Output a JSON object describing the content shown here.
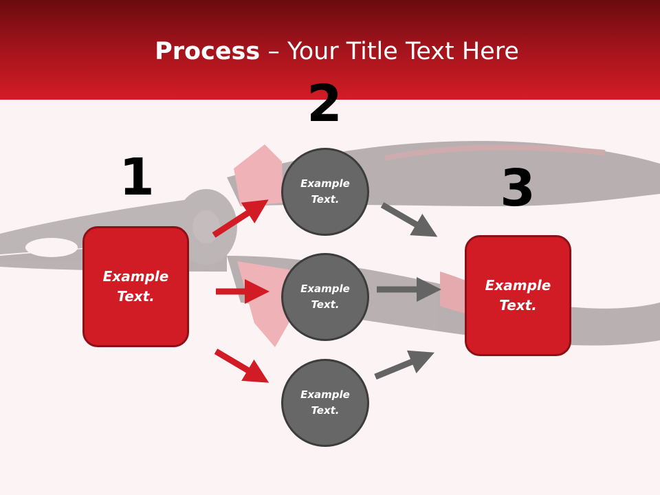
{
  "title": {
    "bold": "Process",
    "rest": " – Your Title Text Here"
  },
  "steps": [
    "1",
    "2",
    "3"
  ],
  "nodes": {
    "left_box": "Example Text.",
    "circle_top": "Example Text.",
    "circle_middle": "Example Text.",
    "circle_bottom": "Example Text.",
    "right_box": "Example Text."
  },
  "colors": {
    "header_dark": "#6a0b10",
    "header_light": "#d41c26",
    "box_fill": "#d21c25",
    "circle_fill": "#676767",
    "arrow_red": "#d21c25",
    "arrow_gray": "#646464"
  },
  "background_image": "pliers"
}
